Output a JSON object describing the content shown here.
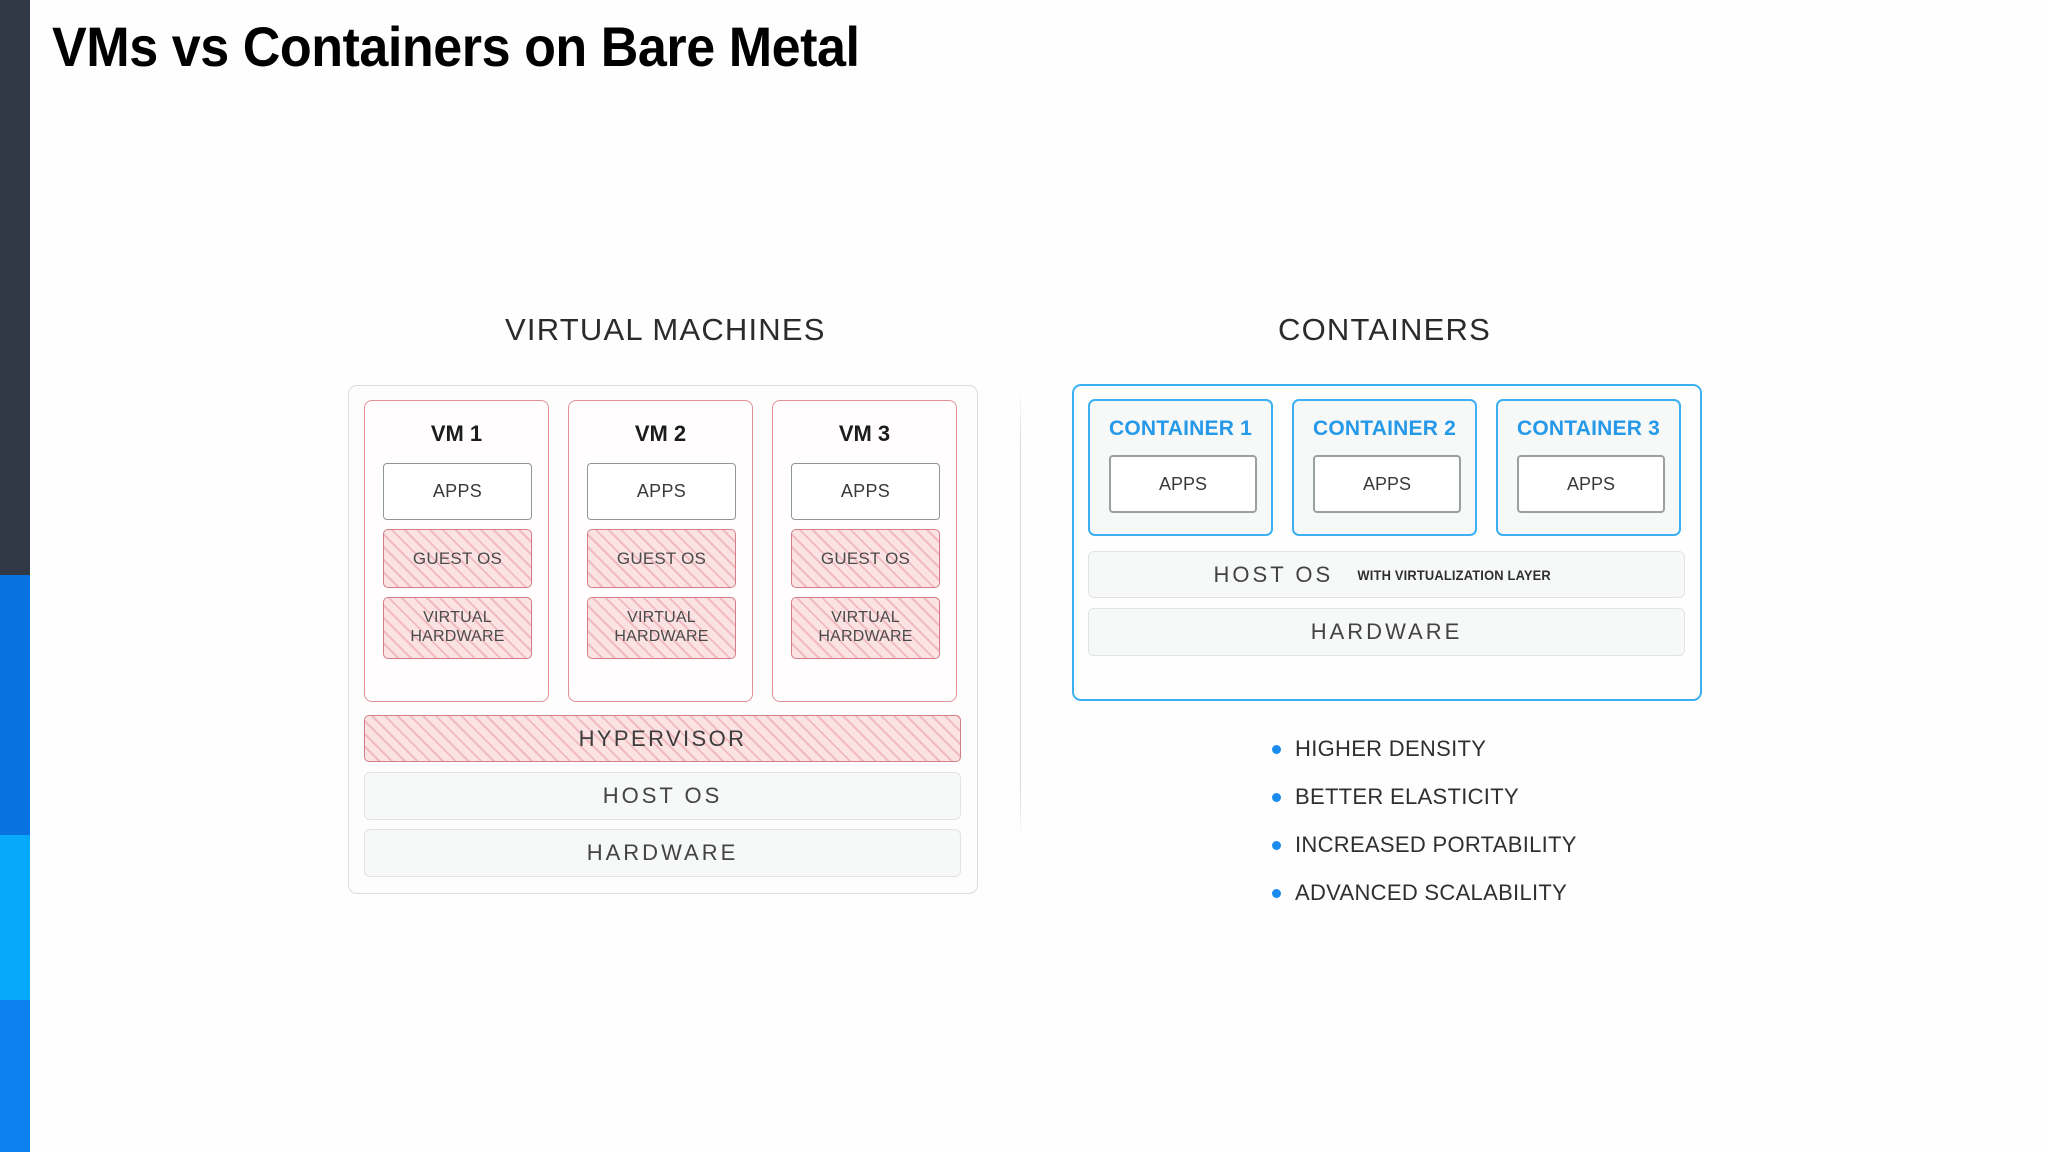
{
  "page": {
    "title": "VMs vs Containers on Bare Metal",
    "background": "#fdfefd"
  },
  "accent_rail": {
    "segments": [
      {
        "name": "navy",
        "color": "#313846"
      },
      {
        "name": "blue",
        "color": "#0873e0"
      },
      {
        "name": "cyan",
        "color": "#06a9fb"
      },
      {
        "name": "blue2",
        "color": "#0d82ef"
      }
    ]
  },
  "diagram": {
    "colors": {
      "vm_accent": "#d47f88",
      "vm_fill": "#fbe3e4",
      "container_accent": "#3cb0f2",
      "container_label": "#2699e8",
      "bullet": "#1a8cf0",
      "neutral_bar": "#f7f8f8",
      "neutral_border": "#e2e3e5"
    },
    "virtual_machines": {
      "section_title": "VIRTUAL MACHINES",
      "columns": [
        {
          "label": "VM 1",
          "apps": "APPS",
          "guest_os": "GUEST OS",
          "virtual_hardware": "VIRTUAL HARDWARE"
        },
        {
          "label": "VM 2",
          "apps": "APPS",
          "guest_os": "GUEST OS",
          "virtual_hardware": "VIRTUAL HARDWARE"
        },
        {
          "label": "VM 3",
          "apps": "APPS",
          "guest_os": "GUEST OS",
          "virtual_hardware": "VIRTUAL HARDWARE"
        }
      ],
      "hypervisor": "HYPERVISOR",
      "host_os": "HOST OS",
      "hardware": "HARDWARE"
    },
    "containers": {
      "section_title": "CONTAINERS",
      "columns": [
        {
          "label": "CONTAINER 1",
          "apps": "APPS"
        },
        {
          "label": "CONTAINER 2",
          "apps": "APPS"
        },
        {
          "label": "CONTAINER 3",
          "apps": "APPS"
        }
      ],
      "host_os": "HOST OS",
      "host_os_note": "WITH VIRTUALIZATION LAYER",
      "hardware": "HARDWARE",
      "benefits": [
        "HIGHER DENSITY",
        "BETTER ELASTICITY",
        "INCREASED PORTABILITY",
        "ADVANCED SCALABILITY"
      ]
    }
  }
}
